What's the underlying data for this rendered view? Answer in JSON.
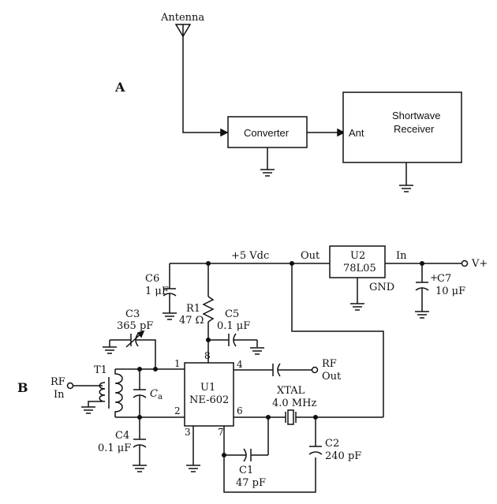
{
  "panel_a": {
    "label": "A",
    "antenna": "Antenna",
    "converter": "Converter",
    "ant": "Ant",
    "receiver_line1": "Shortwave",
    "receiver_line2": "Receiver"
  },
  "panel_b": {
    "label": "B",
    "supply": "+5 Vdc",
    "vplus": "V+",
    "u2": {
      "name": "U2",
      "part": "78L05",
      "out": "Out",
      "in": "In",
      "gnd": "GND"
    },
    "u1": {
      "name": "U1",
      "part": "NE-602",
      "pins": [
        "1",
        "2",
        "3",
        "4",
        "6",
        "7",
        "8"
      ]
    },
    "c6": {
      "name": "C6",
      "value": "1 μF"
    },
    "r1": {
      "name": "R1",
      "value": "47 Ω"
    },
    "c5": {
      "name": "C5",
      "value": "0.1 μF"
    },
    "c3": {
      "name": "C3",
      "value": "365 pF"
    },
    "t1": "T1",
    "ca_main": "C",
    "ca_sub": "a",
    "c4": {
      "name": "C4",
      "value": "0.1 μF"
    },
    "c1": {
      "name": "C1",
      "value": "47 pF"
    },
    "c2": {
      "name": "C2",
      "value": "240 pF"
    },
    "c7": {
      "name": "C7",
      "value": "10 μF",
      "polarity": "+"
    },
    "xtal": {
      "name": "XTAL",
      "value": "4.0 MHz"
    },
    "rf_in_1": "RF",
    "rf_in_2": "In",
    "rf_out_1": "RF",
    "rf_out_2": "Out"
  }
}
